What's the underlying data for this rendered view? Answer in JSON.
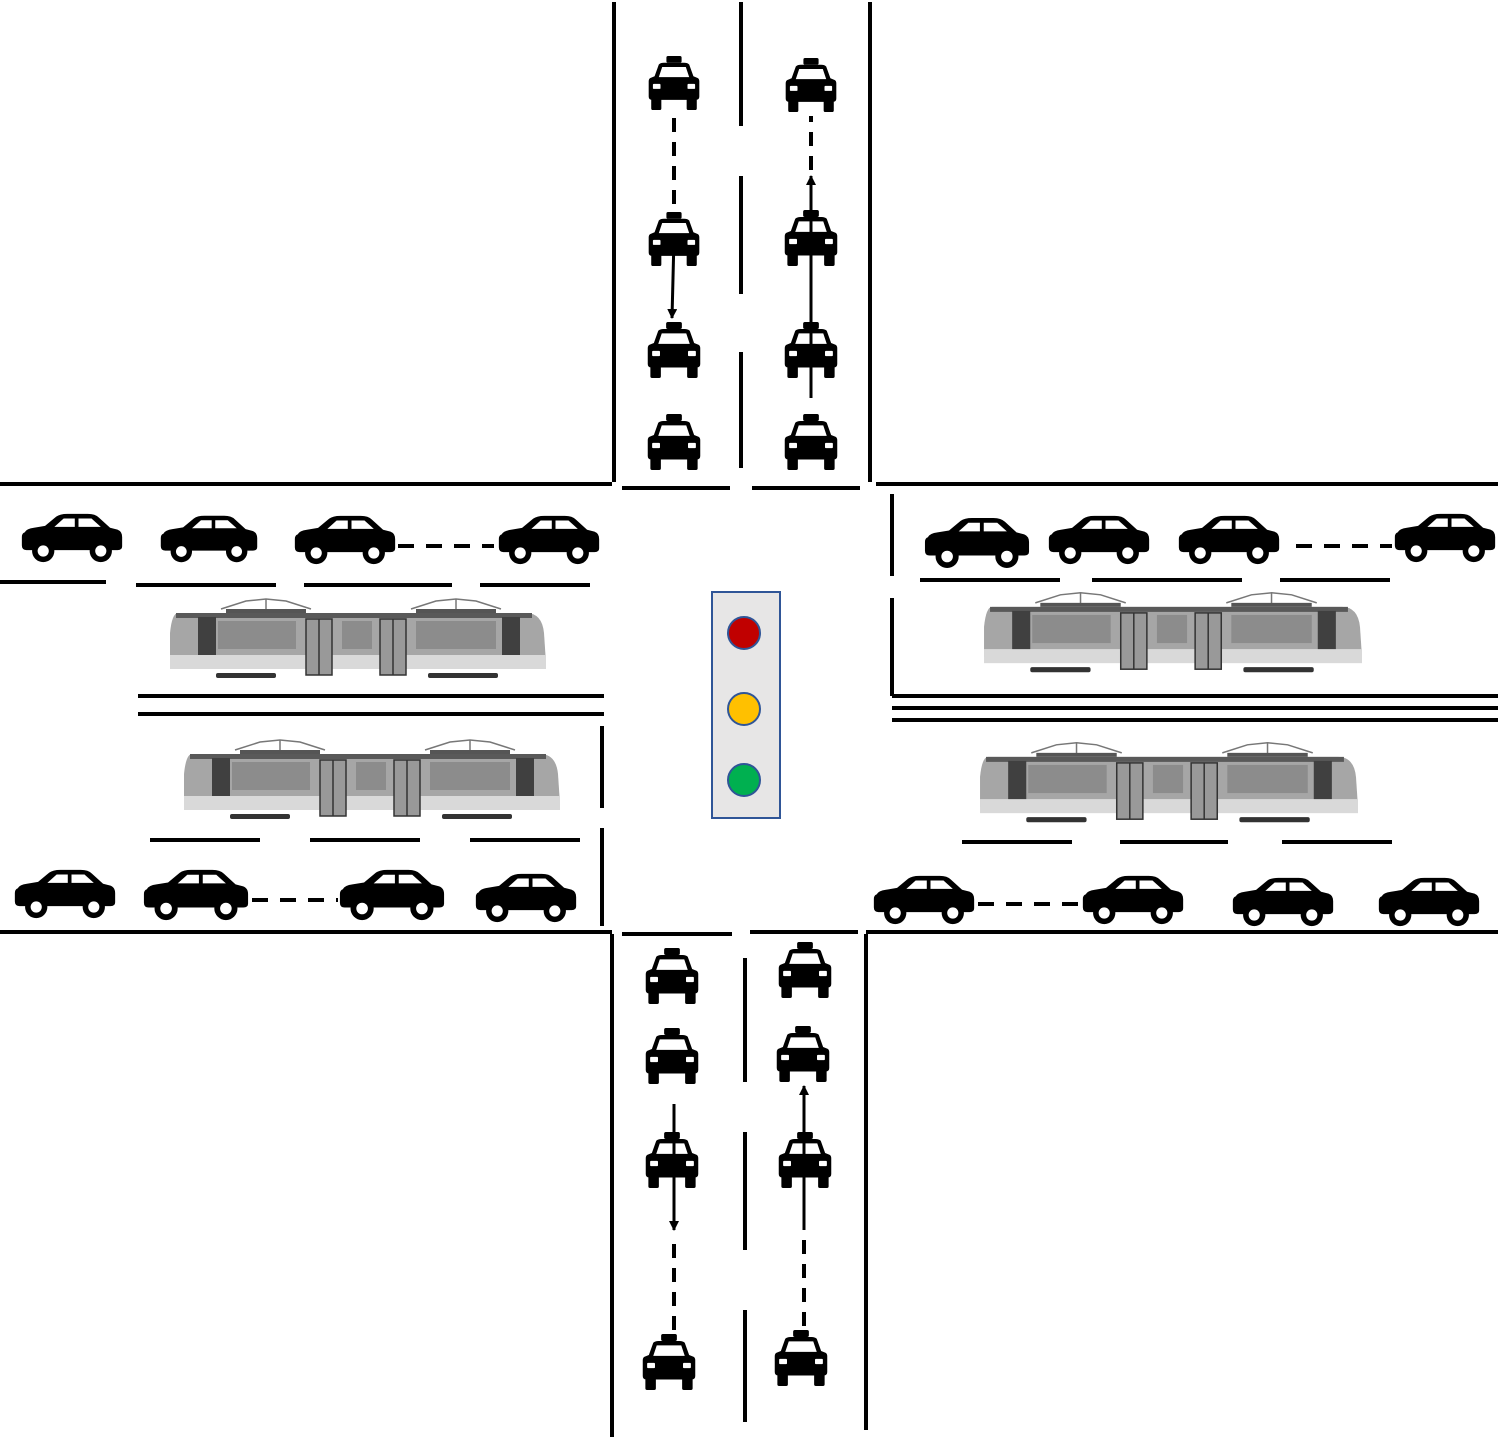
{
  "diagram": {
    "subject": "intersection-traffic-scene",
    "signal_lights": [
      {
        "name": "red-light",
        "color": "#c00000"
      },
      {
        "name": "yellow-light",
        "color": "#ffc000"
      },
      {
        "name": "green-light",
        "color": "#00b050"
      }
    ],
    "colors": {
      "road_marking": "#000000",
      "vehicle": "#000000",
      "tram_body": "#a6a6a6",
      "tram_dark": "#404040",
      "tram_light": "#d9d9d9",
      "signal_housing_fill": "#e7e6e6",
      "signal_housing_stroke": "#2f5597",
      "signal_light_stroke": "#2f5597"
    },
    "vehicle_icons": [
      "taxi-icon",
      "car-icon",
      "tram-icon",
      "traffic-light-icon",
      "arrow-icon"
    ],
    "vehicle_counts": {
      "north_road_taxis": 8,
      "south_road_taxis": 8,
      "west_road_cars": 8,
      "east_road_cars": 8,
      "trams": 4
    }
  }
}
